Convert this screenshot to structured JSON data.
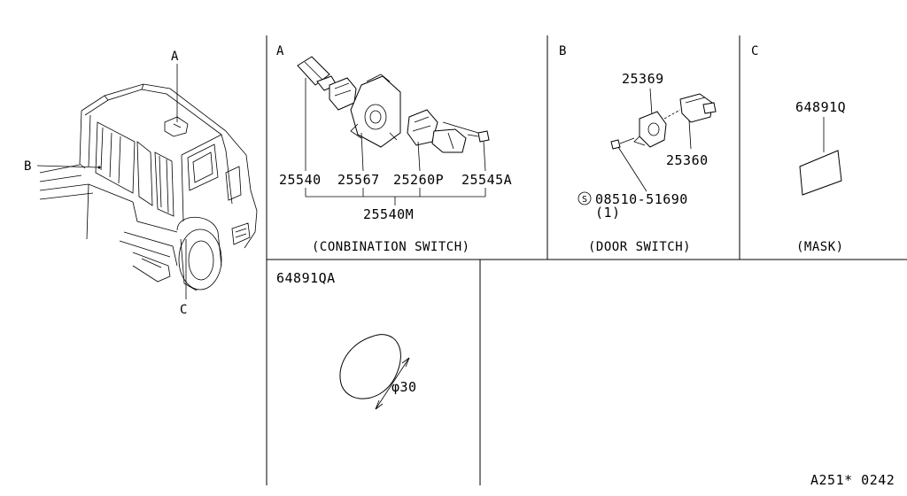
{
  "colors": {
    "ink": "#000000",
    "paper": "#ffffff"
  },
  "callouts": {
    "a": "A",
    "b": "B",
    "c": "C"
  },
  "panel_a": {
    "letter": "A",
    "caption": "(CONBINATION SWITCH)",
    "parts": {
      "p1": "25540",
      "p2": "25567",
      "p3": "25260P",
      "p4": "25545A",
      "assembly": "25540M"
    }
  },
  "panel_b": {
    "letter": "B",
    "caption": "(DOOR SWITCH)",
    "parts": {
      "p1": "25369",
      "p2": "25360",
      "screw_symbol": "S",
      "screw": "08510-51690",
      "screw_qty": "(1)"
    }
  },
  "panel_c": {
    "letter": "C",
    "caption": "(MASK)",
    "parts": {
      "p1": "64891Q"
    }
  },
  "panel_d": {
    "part": "64891QA",
    "dimension": "φ30"
  },
  "footer": {
    "drawing_code": "A251* 0242"
  }
}
